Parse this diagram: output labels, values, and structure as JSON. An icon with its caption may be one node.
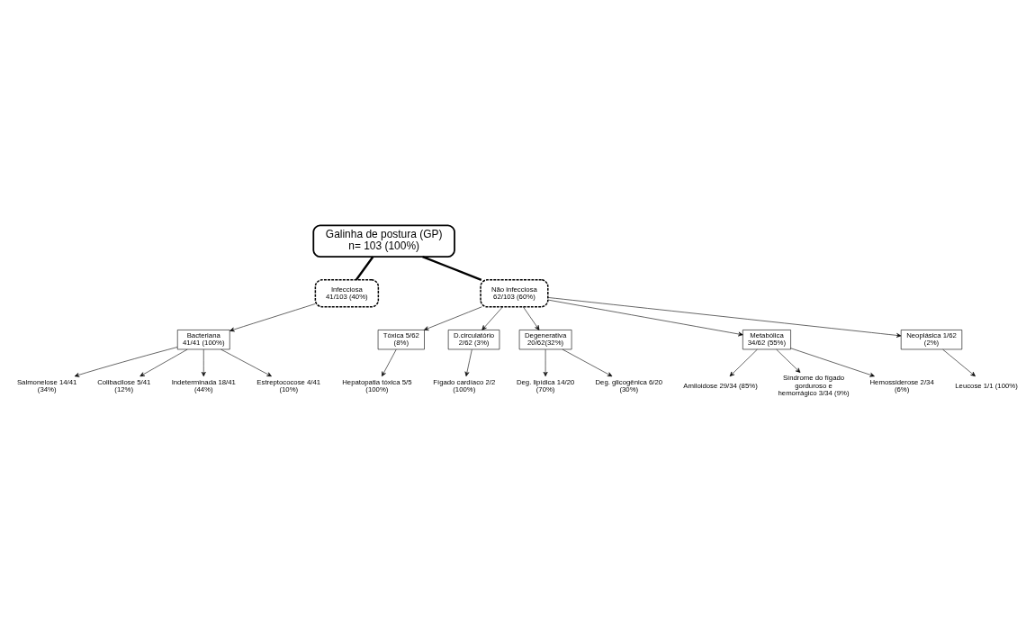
{
  "diagram": {
    "nodes": [
      {
        "text": [
          "Galinha de postura (GP)",
          "n= 103 (100%)"
        ]
      },
      {
        "text": [
          "Infecciosa 41/103 (40%)"
        ]
      },
      {
        "text": [
          "Não infecciosa 62/103 (60%)"
        ]
      },
      {
        "text": [
          "Bacteriana 41/41 (100%)"
        ]
      },
      {
        "text": [
          "Tóxica 5/62 (8%)"
        ]
      },
      {
        "text": [
          "D.circulatório 2/62 (3%)"
        ]
      },
      {
        "text": [
          "Degenerativa 20/62(32%)"
        ]
      },
      {
        "text": [
          "Metabólica 34/62 (55%)"
        ]
      },
      {
        "text": [
          "Neoplásica 1/62 (2%)"
        ]
      },
      {
        "text": [
          "Salmonelose 14/41 (34%)"
        ]
      },
      {
        "text": [
          "Colibacilose 5/41 (12%)"
        ]
      },
      {
        "text": [
          "Indeterminada 18/41 (44%)"
        ]
      },
      {
        "text": [
          "Estreptococose 4/41 (10%)"
        ]
      },
      {
        "text": [
          "Hepatopatia tóxica 5/5 (100%)"
        ]
      },
      {
        "text": [
          "Fígado cardíaco 2/2 (100%)"
        ]
      },
      {
        "text": [
          "Deg. lipídica 14/20 (70%)"
        ]
      },
      {
        "text": [
          "Deg. glicogênica 6/20 (30%)"
        ]
      },
      {
        "text": [
          "Amiloidose 29/34 (85%)"
        ]
      },
      {
        "text": [
          "Síndrome do fígado gorduroso e hemorrágico 3/34 (9%)"
        ]
      },
      {
        "text": [
          "Hemossiderose 2/34 (6%)"
        ]
      },
      {
        "text": [
          "Leucose 1/1 (100%)"
        ]
      }
    ],
    "edges": [
      {
        "from": 0,
        "to": 1,
        "arrow": "none",
        "style": "thick"
      },
      {
        "from": 0,
        "to": 2,
        "arrow": "none",
        "style": "thick"
      },
      {
        "from": 1,
        "to": 3,
        "arrow": "to"
      },
      {
        "from": 2,
        "to": 4,
        "arrow": "to"
      },
      {
        "from": 2,
        "to": 5,
        "arrow": "to"
      },
      {
        "from": 2,
        "to": 6,
        "arrow": "to"
      },
      {
        "from": 2,
        "to": 7,
        "arrow": "to"
      },
      {
        "from": 2,
        "to": 8,
        "arrow": "to"
      },
      {
        "from": 3,
        "to": 9,
        "arrow": "to"
      },
      {
        "from": 3,
        "to": 10,
        "arrow": "to"
      },
      {
        "from": 3,
        "to": 11,
        "arrow": "to"
      },
      {
        "from": 3,
        "to": 12,
        "arrow": "to"
      },
      {
        "from": 4,
        "to": 13,
        "arrow": "to"
      },
      {
        "from": 5,
        "to": 14,
        "arrow": "to"
      },
      {
        "from": 6,
        "to": 15,
        "arrow": "to"
      },
      {
        "from": 6,
        "to": 16,
        "arrow": "to"
      },
      {
        "from": 7,
        "to": 17,
        "arrow": "to"
      },
      {
        "from": 7,
        "to": 18,
        "arrow": "to"
      },
      {
        "from": 7,
        "to": 19,
        "arrow": "to"
      },
      {
        "from": 8,
        "to": 20,
        "arrow": "to"
      }
    ]
  }
}
